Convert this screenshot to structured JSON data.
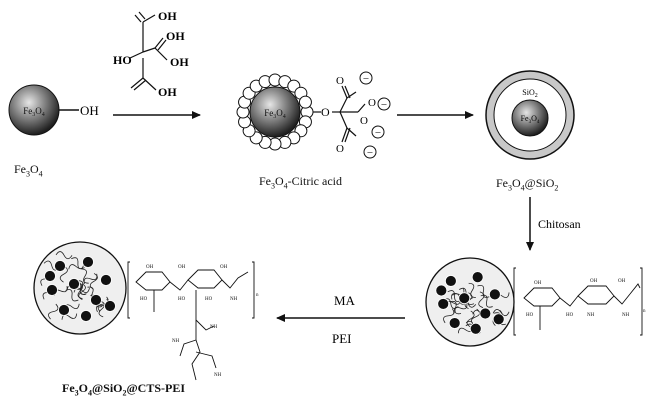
{
  "labels": {
    "fe3o4": [
      "Fe",
      "3",
      "O",
      "4",
      ""
    ],
    "fe3o4_citric": [
      "Fe",
      "3",
      "O",
      "4",
      "-Citric acid"
    ],
    "fe3o4_sio2": [
      "Fe",
      "3",
      "O",
      "4",
      "@SiO",
      "2"
    ],
    "final": [
      "Fe",
      "3",
      "O",
      "4",
      "@SiO",
      "2",
      "@CTS-PEI"
    ]
  },
  "core_text": [
    "Fe",
    "3",
    "O",
    "4"
  ],
  "shell_text": [
    "SiO",
    "2"
  ],
  "oh_group": "OH",
  "ho_left": "HO",
  "oh_right": "OH",
  "oh_top_left": "OH",
  "oh_top_right": "OH",
  "oh_bottom": "OH",
  "citrate_o": "O",
  "minus": "−",
  "chitosan_label": "Chitosan",
  "ma_label": "MA",
  "pei_label": "PEI",
  "colors": {
    "line": "#111111",
    "core_dark": "#2a2a2a",
    "core_light": "#cfcfcf"
  }
}
